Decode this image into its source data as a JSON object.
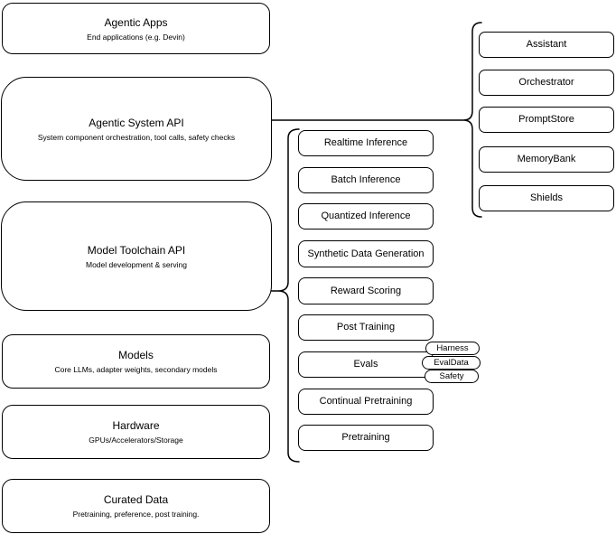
{
  "diagram": {
    "colors": {
      "stroke": "#000000",
      "background": "#ffffff",
      "text": "#000000"
    },
    "stack": [
      {
        "title": "Agentic Apps",
        "subtitle": "End applications (e.g. Devin)"
      },
      {
        "title": "Agentic System API",
        "subtitle": "System component orchestration, tool calls, safety checks"
      },
      {
        "title": "Model Toolchain API",
        "subtitle": "Model development & serving"
      },
      {
        "title": "Models",
        "subtitle": "Core LLMs, adapter weights, secondary models"
      },
      {
        "title": "Hardware",
        "subtitle": "GPUs/Accelerators/Storage"
      },
      {
        "title": "Curated Data",
        "subtitle": "Pretraining, preference, post training."
      }
    ],
    "toolchain_items": [
      "Realtime Inference",
      "Batch Inference",
      "Quantized Inference",
      "Synthetic Data Generation",
      "Reward Scoring",
      "Post Training",
      "Evals",
      "Continual Pretraining",
      "Pretraining"
    ],
    "eval_tags": [
      "Harness",
      "EvalData",
      "Safety"
    ],
    "system_items": [
      "Assistant",
      "Orchestrator",
      "PromptStore",
      "MemoryBank",
      "Shields"
    ]
  }
}
